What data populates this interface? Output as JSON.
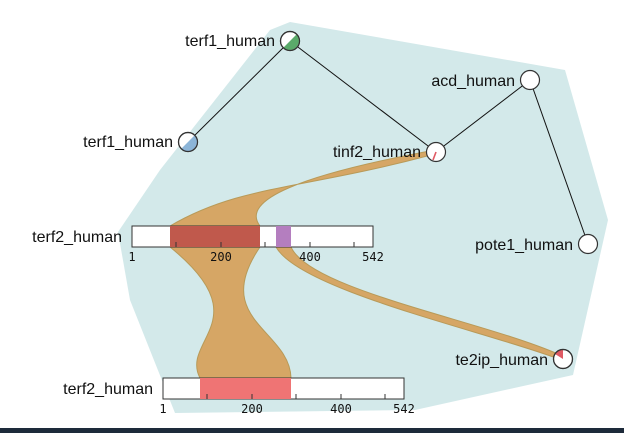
{
  "nodes": {
    "terf1_top": {
      "label": "terf1_human"
    },
    "terf1_left": {
      "label": "terf1_human"
    },
    "acd": {
      "label": "acd_human"
    },
    "tinf2": {
      "label": "tinf2_human"
    },
    "pote1": {
      "label": "pote1_human"
    },
    "te2ip": {
      "label": "te2ip_human"
    }
  },
  "tracks": {
    "upper": {
      "label": "terf2_human",
      "ticks": [
        "1",
        "200",
        "400",
        "542"
      ]
    },
    "lower": {
      "label": "terf2_human",
      "ticks": [
        "1",
        "200",
        "400",
        "542"
      ]
    }
  },
  "colors": {
    "cluster": "#d3e9ea",
    "link": "#d6a665",
    "link_dark": "#b89a58",
    "domain_dark_red": "#c0594c",
    "domain_red": "#ef7474",
    "domain_purple": "#b47ebf",
    "node_green": "#5aaa6a",
    "node_blue": "#8cb5d8",
    "node_red": "#e05a64",
    "bottom_bar": "#1d2a3a"
  }
}
